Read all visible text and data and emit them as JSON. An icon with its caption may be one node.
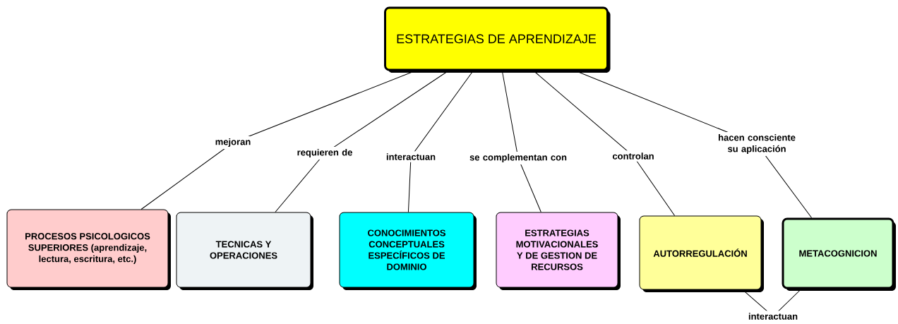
{
  "diagram": {
    "nodes": [
      {
        "text": [
          "ESTRATEGIAS DE APRENDIZAJE"
        ]
      },
      {
        "text": [
          "PROCESOS PSICOLOGICOS SUPERIORES (aprendizaje, lectura, escritura, etc.)"
        ]
      },
      {
        "text": [
          "TECNICAS Y OPERACIONES"
        ]
      },
      {
        "text": [
          "CONOCIMIENTOS CONCEPTUALES ESPECÍFICOS DE DOMINIO"
        ]
      },
      {
        "text": [
          "ESTRATEGIAS MOTIVACIONALES Y DE GESTION DE RECURSOS"
        ]
      },
      {
        "text": [
          "AUTORREGULACIÓN"
        ]
      },
      {
        "text": [
          "METACOGNICION"
        ]
      }
    ],
    "edges": [
      {
        "from": 0,
        "to": 1,
        "arrow": "none",
        "label": "mejoran"
      },
      {
        "from": 0,
        "to": 2,
        "arrow": "none",
        "label": "requieren de"
      },
      {
        "from": 0,
        "to": 3,
        "arrow": "none",
        "label": "interactuan"
      },
      {
        "from": 0,
        "to": 4,
        "arrow": "none",
        "label": "se complementan con"
      },
      {
        "from": 0,
        "to": 5,
        "arrow": "none",
        "label": "controlan"
      },
      {
        "from": 0,
        "to": 6,
        "arrow": "none",
        "label": "hacen consciente su aplicación"
      },
      {
        "from": 5,
        "to": 6,
        "arrow": "none",
        "label": "interactuan"
      }
    ]
  }
}
